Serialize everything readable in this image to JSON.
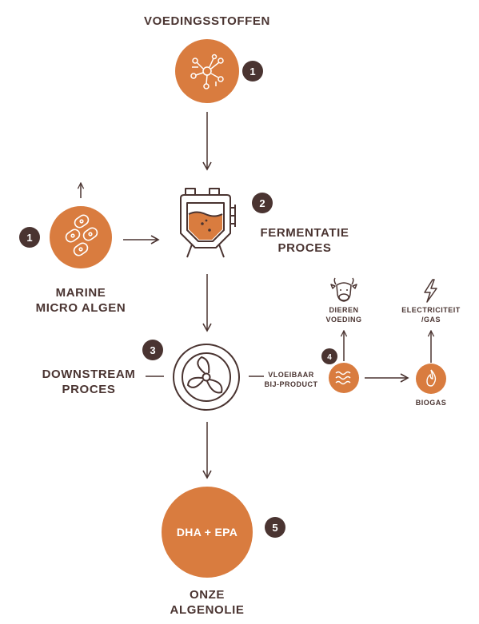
{
  "colors": {
    "brown": "#4a3431",
    "orange": "#d97c3f"
  },
  "labels": {
    "nutrients": "VOEDINGSSTOFFEN",
    "marine_line1": "MARINE",
    "marine_line2": "MICRO ALGEN",
    "fermentation_line1": "FERMENTATIE",
    "fermentation_line2": "PROCES",
    "downstream_line1": "DOWNSTREAM",
    "downstream_line2": "PROCES",
    "liquid_line1": "VLOEIBAAR",
    "liquid_line2": "BIJ-PRODUCT",
    "animal_line1": "DIEREN",
    "animal_line2": "VOEDING",
    "electricity_line1": "ELECTRICITEIT",
    "electricity_line2": "/GAS",
    "biogas": "BIOGAS",
    "product": "DHA + EPA",
    "oil_line1": "ONZE",
    "oil_line2": "ALGENOLIE"
  },
  "badges": {
    "nutrients": "1",
    "algae": "1",
    "fermentation": "2",
    "downstream": "3",
    "byproduct": "4",
    "oil": "5"
  },
  "icons": {
    "nutrients": "molecule-network-icon",
    "algae": "algae-cells-icon",
    "fermentation": "fermentation-tank-icon",
    "downstream": "centrifuge-fan-icon",
    "byproduct": "liquid-waves-icon",
    "animal": "cow-icon",
    "electricity": "lightning-bolt-icon",
    "biogas": "flame-icon"
  }
}
